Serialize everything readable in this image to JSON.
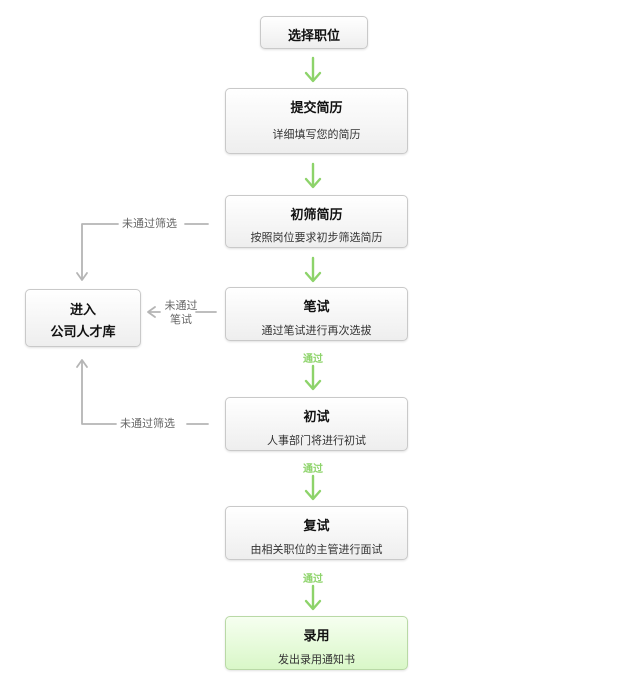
{
  "steps": {
    "select": {
      "title": "选择职位"
    },
    "submit": {
      "title": "提交简历",
      "desc": "详细填写您的简历"
    },
    "screen": {
      "title": "初筛简历",
      "desc": "按照岗位要求初步筛选简历"
    },
    "written": {
      "title": "笔试",
      "desc": "通过笔试进行再次选拔"
    },
    "first": {
      "title": "初试",
      "desc": "人事部门将进行初试"
    },
    "second": {
      "title": "复试",
      "desc": "由相关职位的主管进行面试"
    },
    "hire": {
      "title": "录用",
      "desc": "发出录用通知书"
    }
  },
  "talent_pool": {
    "line1": "进入",
    "line2": "公司人才库"
  },
  "labels": {
    "fail_screen_top": "未通过筛选",
    "fail_written_line1": "未通过",
    "fail_written_line2": "笔试",
    "fail_screen_bottom": "未通过筛选",
    "pass1": "通过",
    "pass2": "通过",
    "pass3": "通过"
  },
  "colors": {
    "green_arrow": "#8dd36a",
    "gray_arrow": "#b5b5b5",
    "final_box": "#d9f7c8"
  }
}
